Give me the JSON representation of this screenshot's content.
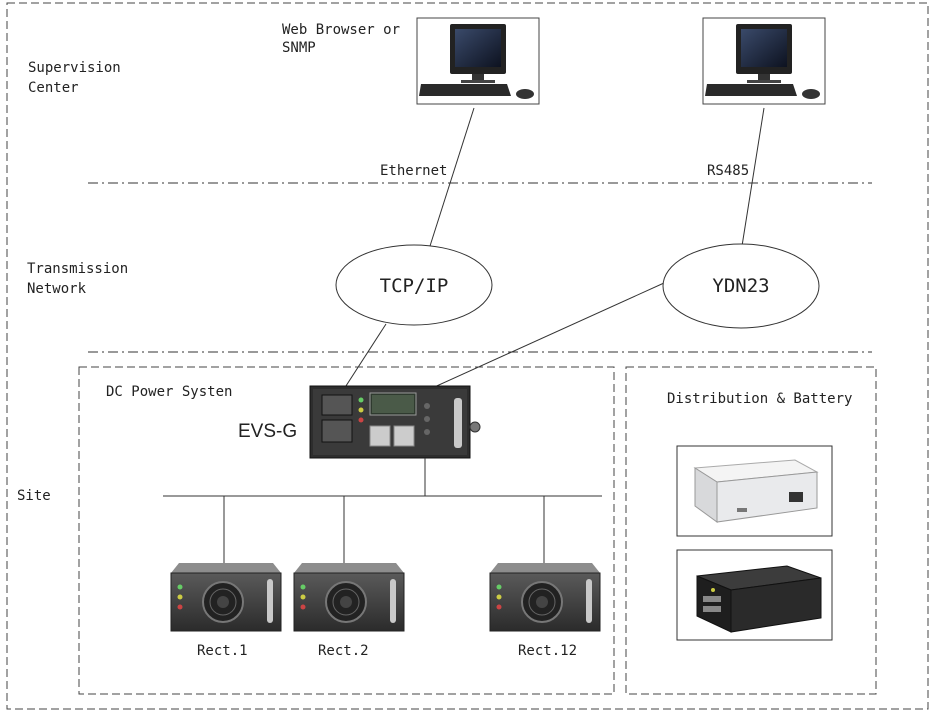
{
  "zones": {
    "supervision": "Supervision\nCenter",
    "transmission": "Transmission\nNetwork",
    "site": "Site"
  },
  "computers": {
    "left_label": "Web Browser or\nSNMP"
  },
  "links": {
    "ethernet": "Ethernet",
    "rs485": "RS485"
  },
  "protocols": {
    "tcpip": "TCP/IP",
    "ydn23": "YDN23"
  },
  "dc_system": {
    "title": "DC Power Systen",
    "controller": "EVS-G",
    "rectifiers": [
      "Rect.1",
      "Rect.2",
      "Rect.12"
    ]
  },
  "distribution": {
    "title": "Distribution & Battery"
  },
  "colors": {
    "line": "#333333",
    "device_dark": "#2a2a2a",
    "rack_light": "#e9eaec"
  }
}
